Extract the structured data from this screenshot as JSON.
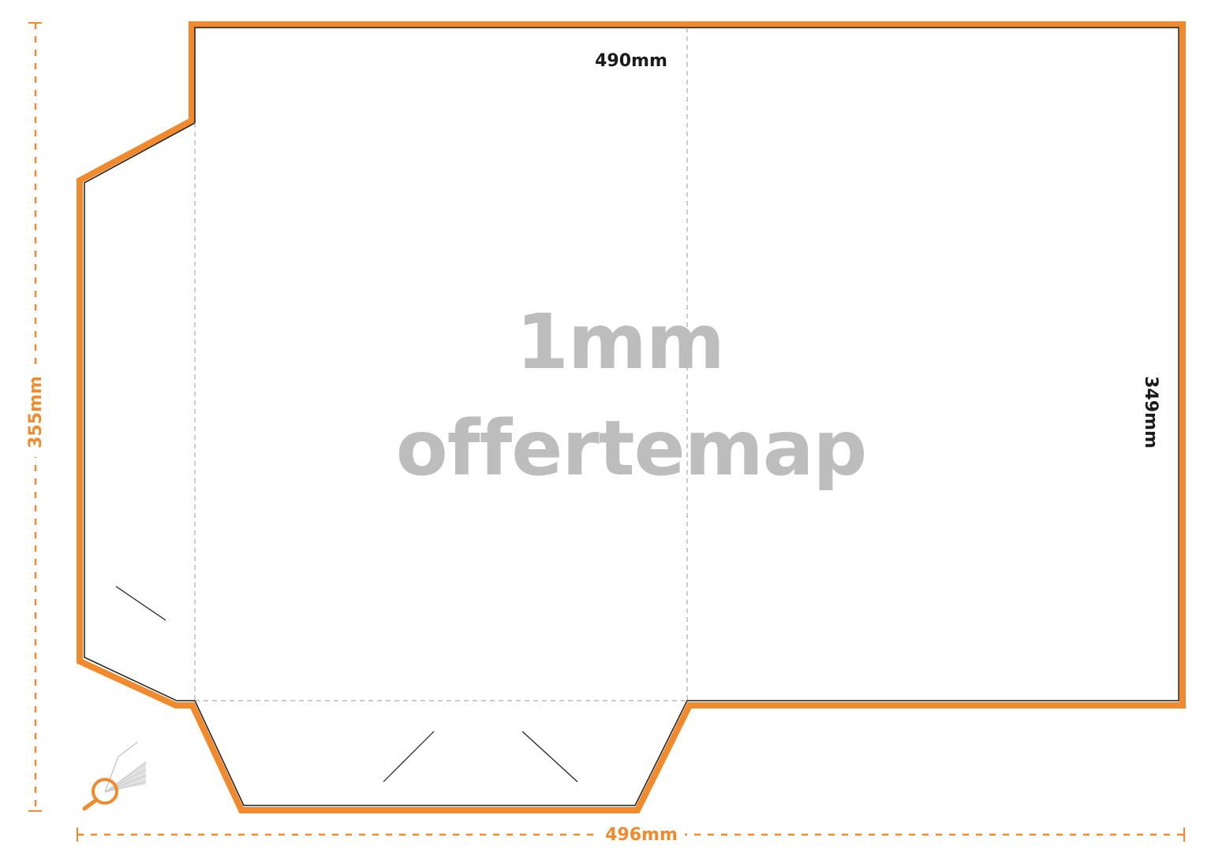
{
  "colors": {
    "accent": "#f08a2c",
    "outline": "#1a1a1a",
    "fold": "#9a9a9a",
    "title": "#bdbdbd"
  },
  "labels": {
    "overall_width": "496mm",
    "overall_height": "355mm",
    "inner_width": "490mm",
    "inner_height": "349mm"
  },
  "title": {
    "line1": "1mm",
    "line2": "offertemap"
  },
  "icons": {
    "corner": "magnifier-icon"
  }
}
